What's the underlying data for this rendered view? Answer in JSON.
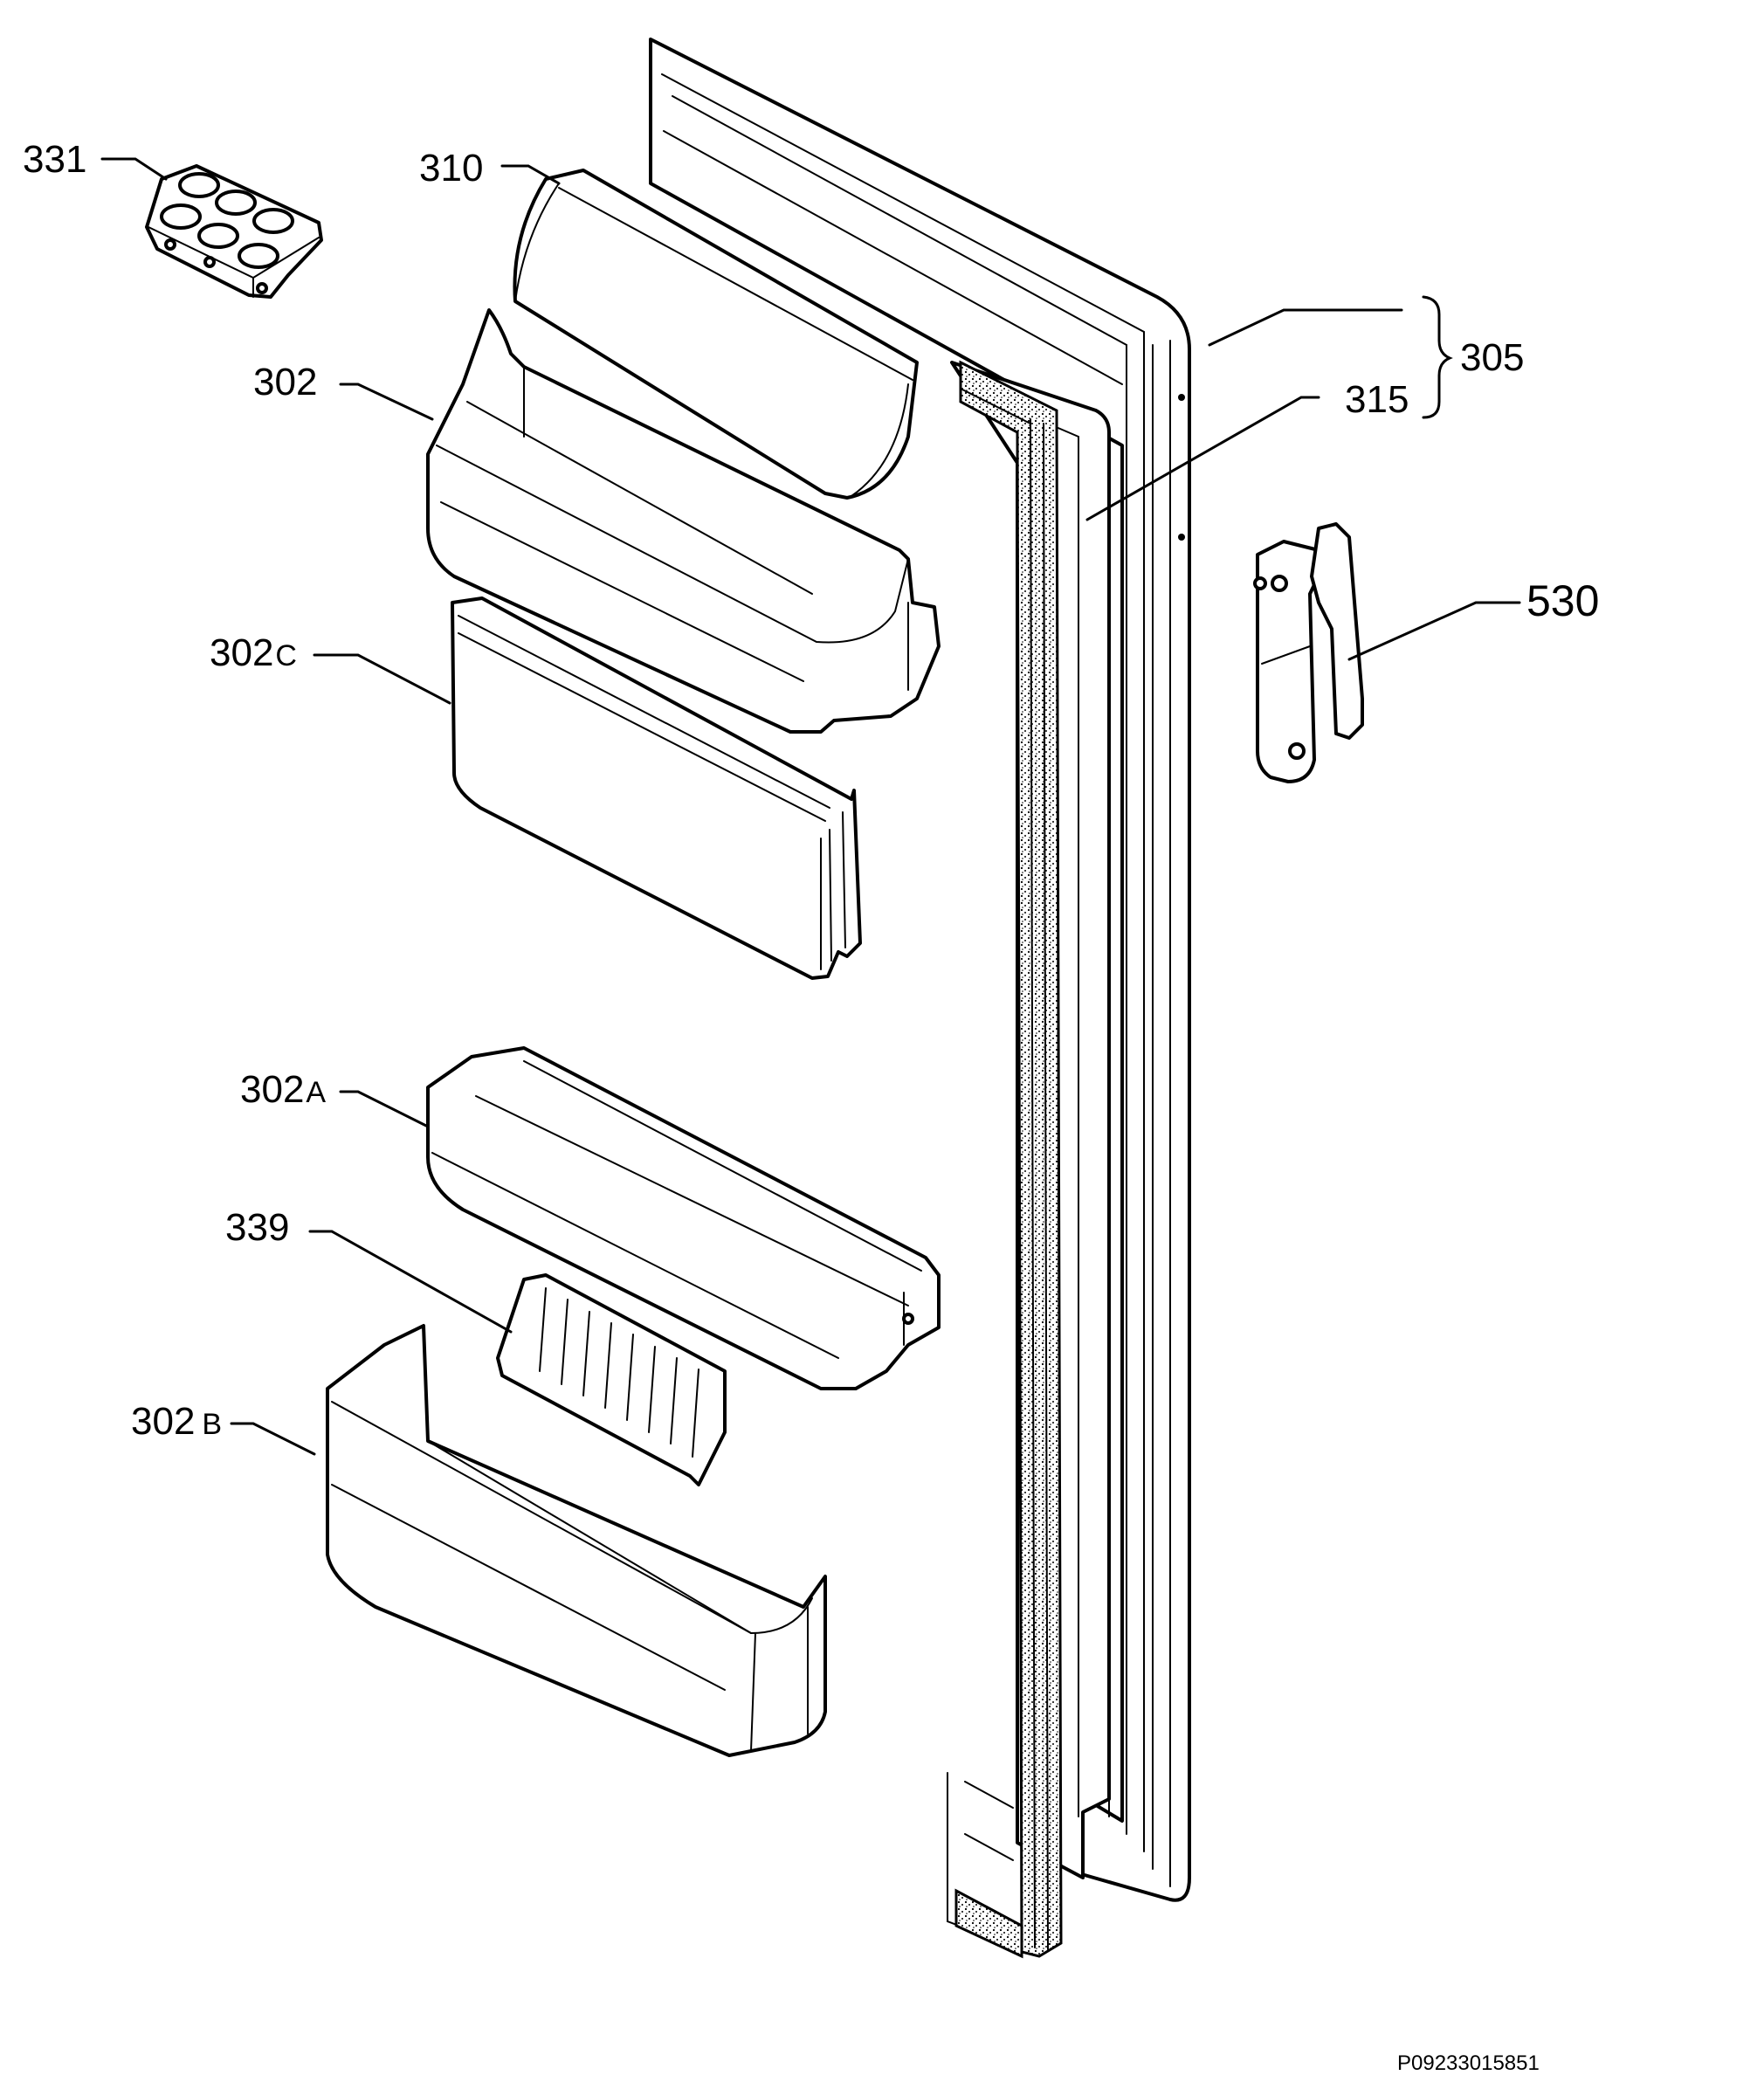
{
  "diagram": {
    "labels": {
      "p331": "331",
      "p310": "310",
      "p302": "302",
      "p302c_num": "302",
      "p302c_suffix": "C",
      "p302a_num": "302",
      "p302a_suffix": "A",
      "p339": "339",
      "p302b_num": "302",
      "p302b_suffix": "B",
      "p305": "305",
      "p315": "315",
      "p530": "530"
    },
    "code": "P09233015851"
  }
}
